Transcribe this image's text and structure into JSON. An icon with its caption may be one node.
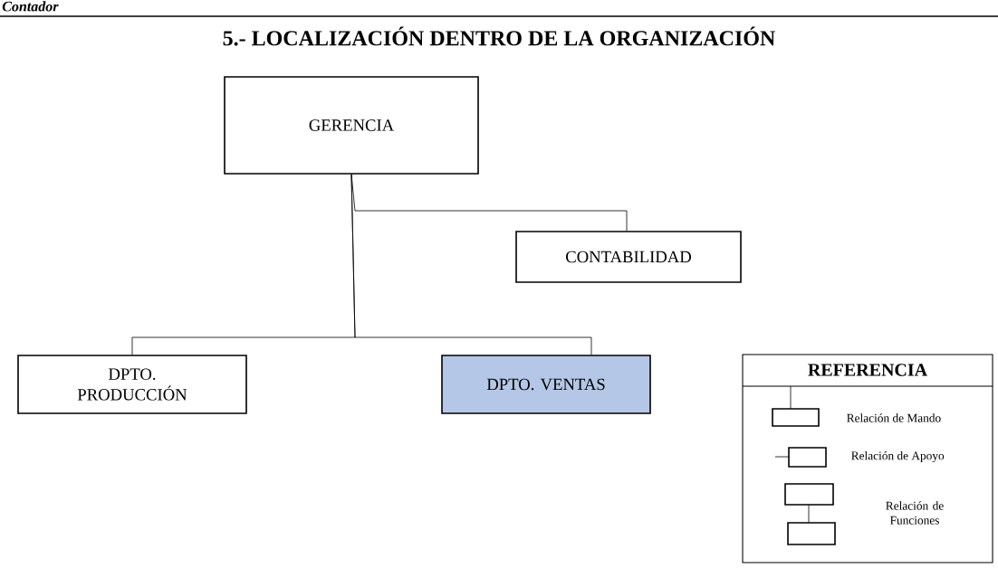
{
  "diagram": {
    "title": "5.- LOCALIZACIÓN DENTRO DE LA ORGANIZACIÓN",
    "nodes": [
      {
        "text": [
          "GERENCIA"
        ]
      },
      {
        "text": [
          "CONTABILIDAD"
        ]
      },
      {
        "text": [
          "DPTO. PRODUCCIÓN"
        ]
      },
      {
        "text": [
          "DPTO. VENTAS"
        ]
      },
      {
        "text": [
          "REFERENCIA"
        ]
      }
    ],
    "edges": [
      {
        "from": 0,
        "to": 1,
        "arrow": "none"
      },
      {
        "from": 0,
        "to": 2,
        "arrow": "none"
      },
      {
        "from": 0,
        "to": 3,
        "arrow": "none"
      }
    ],
    "labels": [
      "Contador"
    ],
    "legend": [
      {
        "text": "Relación de Mando"
      },
      {
        "text": "Relación de Apoyo"
      },
      {
        "text": "Relación de Funciones"
      }
    ]
  }
}
